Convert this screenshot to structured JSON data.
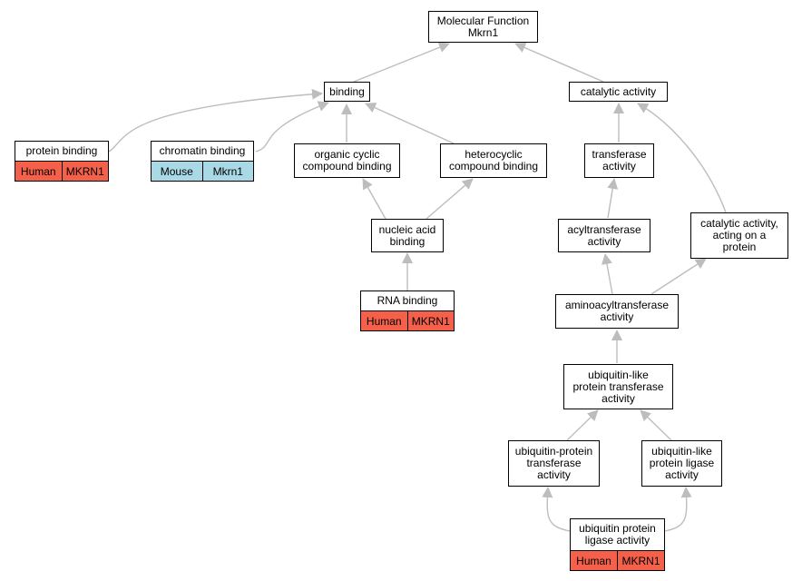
{
  "colors": {
    "edge": "#bdbdbd",
    "human": "#f4604a",
    "mouse": "#aad9e6",
    "border": "#000000"
  },
  "nodes": {
    "root": "Molecular Function\nMkrn1",
    "binding": "binding",
    "catalytic": "catalytic activity",
    "protein_binding": "protein binding",
    "chromatin_binding": "chromatin binding",
    "organic_cyclic": "organic cyclic\ncompound binding",
    "heterocyclic": "heterocyclic\ncompound binding",
    "transferase": "transferase\nactivity",
    "catalytic_protein": "catalytic activity,\nacting on a\nprotein",
    "nucleic_acid": "nucleic acid\nbinding",
    "acyltransferase": "acyltransferase\nactivity",
    "rna_binding": "RNA binding",
    "aminoacyl": "aminoacyltransferase\nactivity",
    "ubl_transferase": "ubiquitin-like\nprotein transferase\nactivity",
    "ub_transferase": "ubiquitin-protein\ntransferase\nactivity",
    "ubl_ligase": "ubiquitin-like\nprotein ligase\nactivity",
    "ub_ligase": "ubiquitin protein\nligase activity"
  },
  "annotations": {
    "protein_binding": [
      "Human",
      "MKRN1"
    ],
    "chromatin_binding": [
      "Mouse",
      "Mkrn1"
    ],
    "rna_binding": [
      "Human",
      "MKRN1"
    ],
    "ub_ligase": [
      "Human",
      "MKRN1"
    ]
  }
}
